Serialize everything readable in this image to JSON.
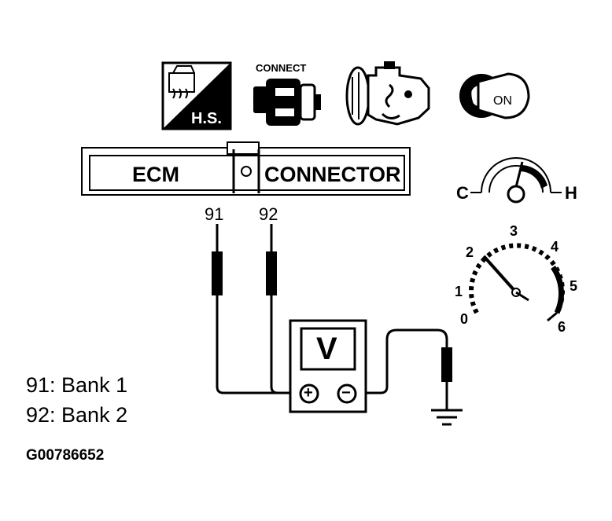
{
  "icons": {
    "hot_soak": {
      "label": "H.S.",
      "icon": "hot-soak-icon"
    },
    "connect": {
      "label": "CONNECT",
      "icon": "connector-plug-icon"
    },
    "engine": {
      "icon": "engine-running-icon"
    },
    "ignition": {
      "label": "ON",
      "icon": "ignition-key-on-icon"
    }
  },
  "ecm_connector": {
    "left_label": "ECM",
    "right_label": "CONNECTOR"
  },
  "terminals": [
    {
      "id": "91",
      "label": "91"
    },
    {
      "id": "92",
      "label": "92"
    }
  ],
  "temperature_gauge": {
    "cold_label": "C",
    "hot_label": "H"
  },
  "tachometer": {
    "scale": [
      "0",
      "1",
      "2",
      "3",
      "4",
      "5",
      "6"
    ],
    "reading": 2
  },
  "voltmeter": {
    "display": "V",
    "positive": "+",
    "negative": "−"
  },
  "legend": [
    {
      "text": "91: Bank 1"
    },
    {
      "text": "92: Bank 2"
    }
  ],
  "figure_id": "G00786652",
  "colors": {
    "ink": "#000000",
    "paper": "#ffffff"
  }
}
